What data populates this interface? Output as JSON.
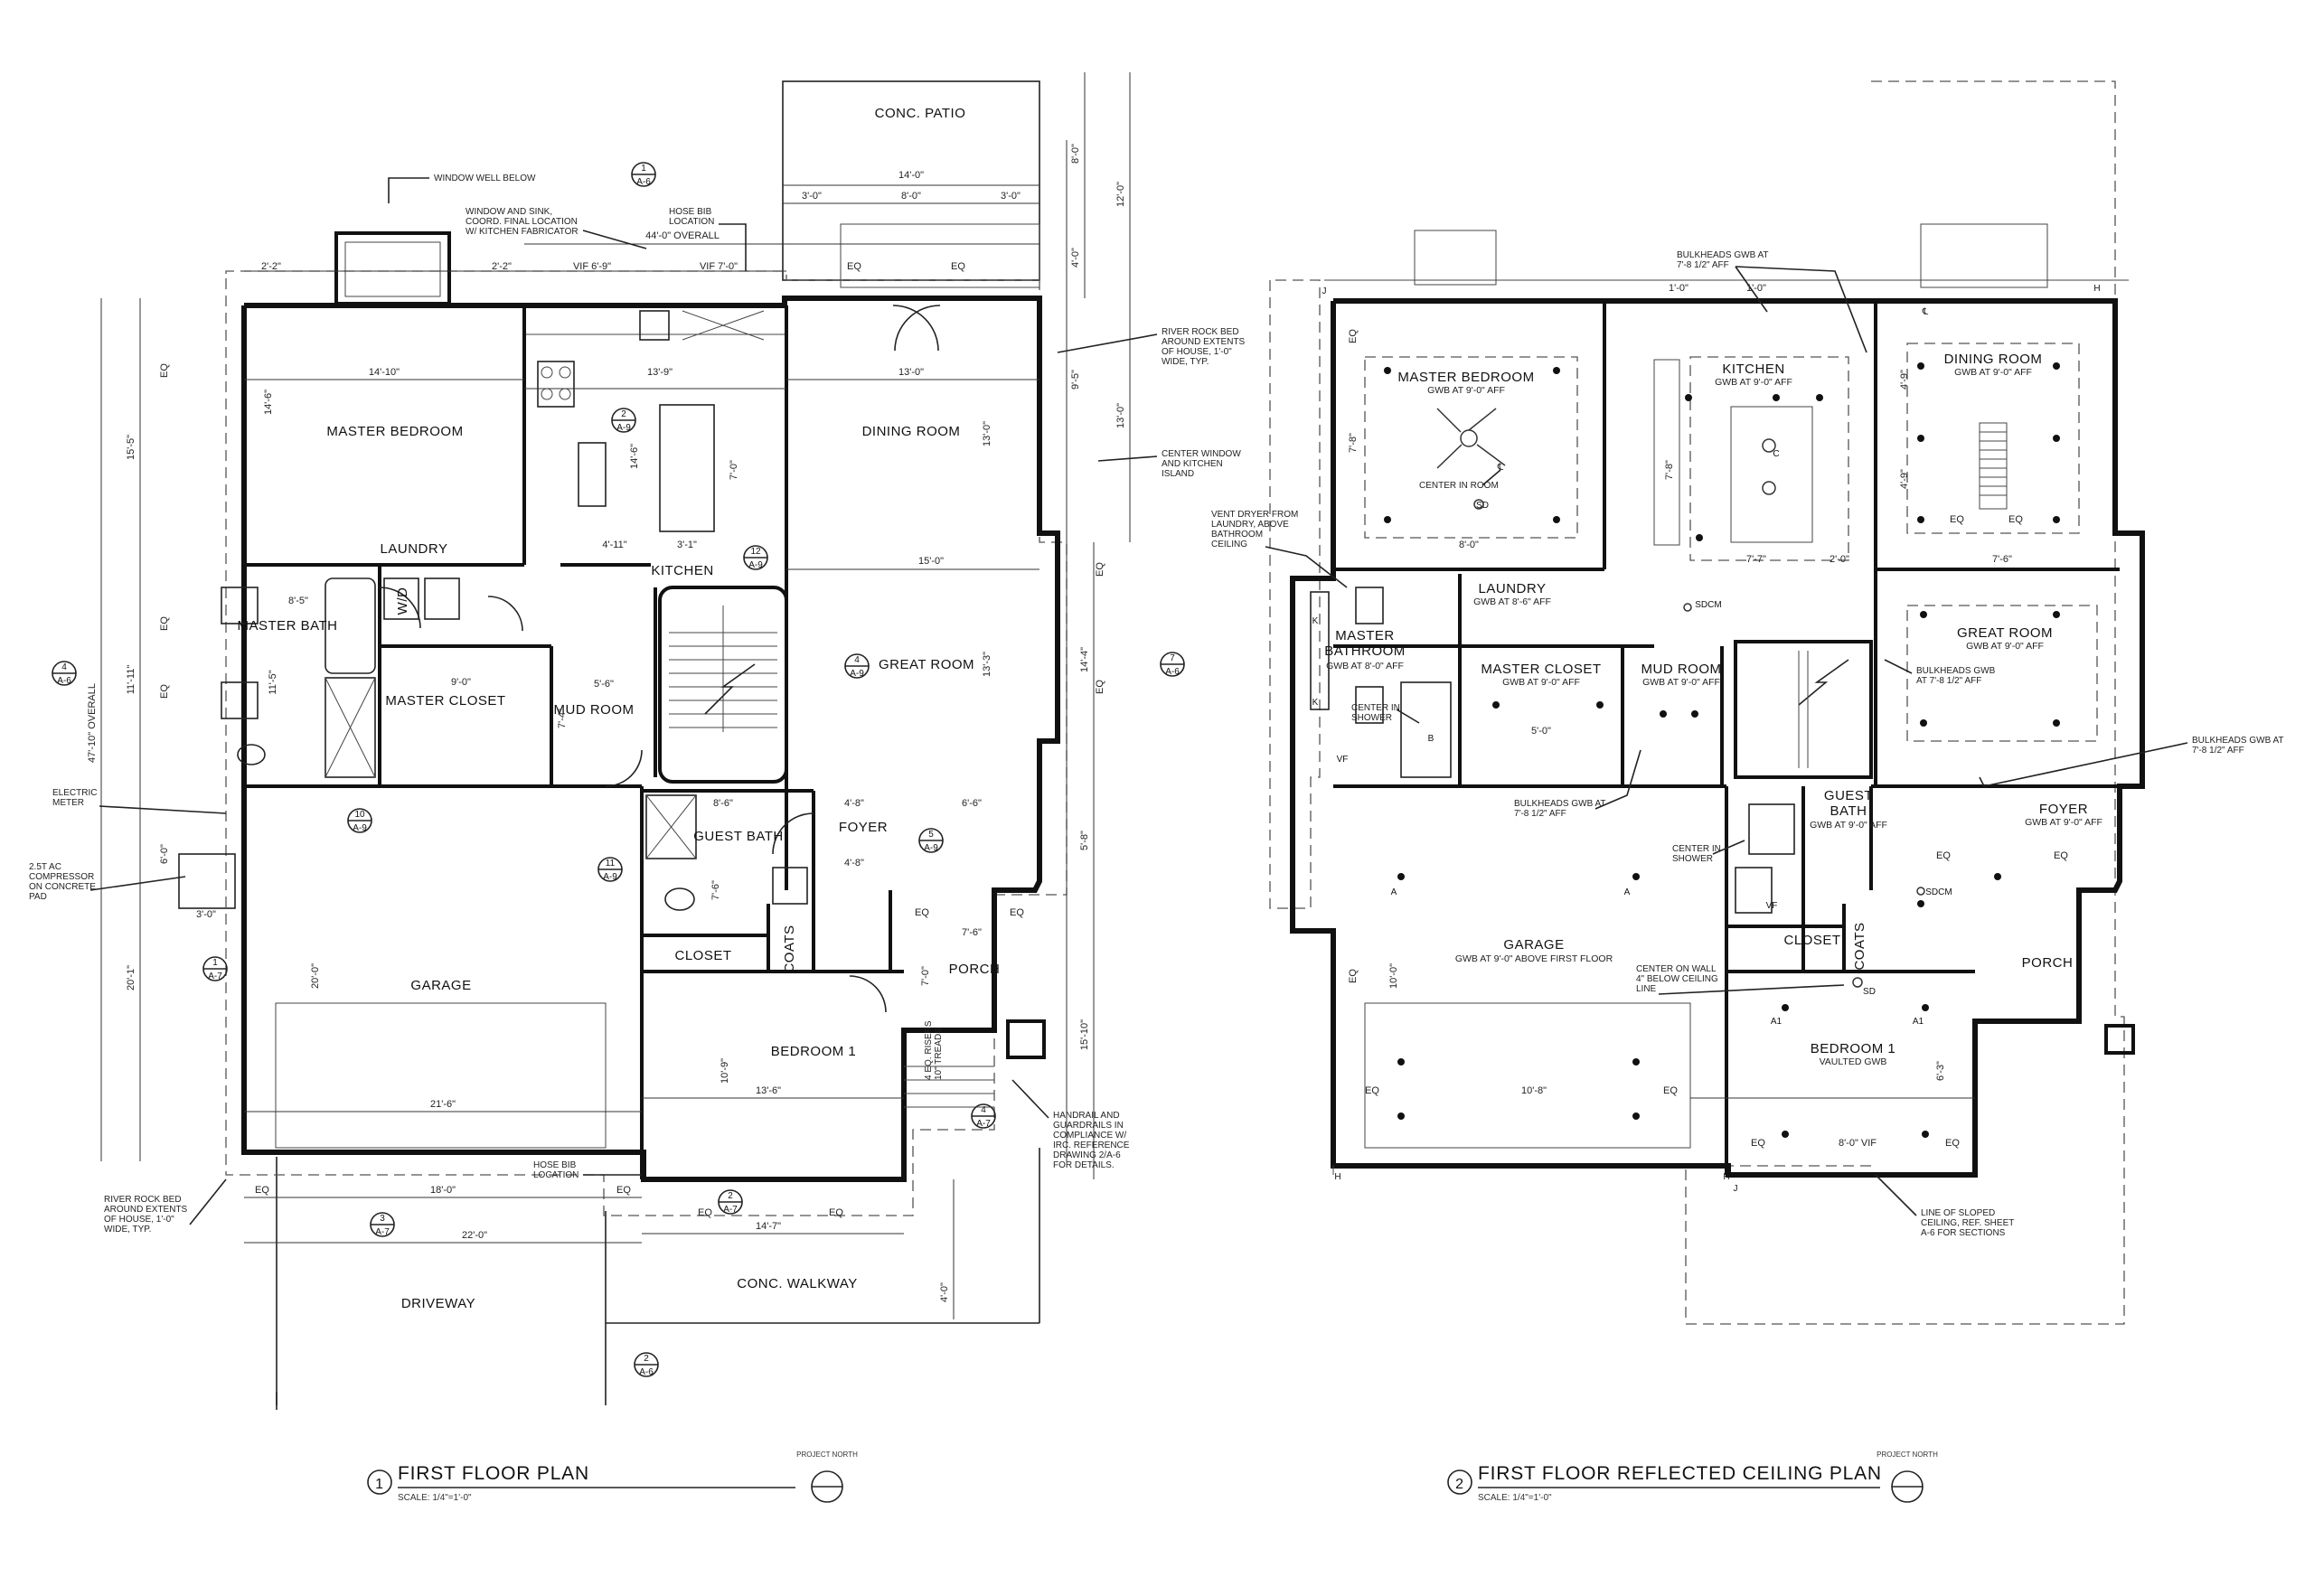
{
  "plan1": {
    "title": "FIRST FLOOR PLAN",
    "number": "1",
    "scale": "SCALE: 1/4\"=1'-0\"",
    "north_label": "PROJECT NORTH",
    "rooms": [
      {
        "id": "master-bedroom",
        "label": "MASTER BEDROOM"
      },
      {
        "id": "dining-room",
        "label": "DINING ROOM"
      },
      {
        "id": "kitchen",
        "label": "KITCHEN"
      },
      {
        "id": "great-room",
        "label": "GREAT ROOM"
      },
      {
        "id": "laundry",
        "label": "LAUNDRY"
      },
      {
        "id": "master-bath",
        "label": "MASTER BATH"
      },
      {
        "id": "master-closet",
        "label": "MASTER CLOSET"
      },
      {
        "id": "mud-room",
        "label": "MUD ROOM"
      },
      {
        "id": "guest-bath",
        "label": "GUEST BATH"
      },
      {
        "id": "foyer",
        "label": "FOYER"
      },
      {
        "id": "closet",
        "label": "CLOSET"
      },
      {
        "id": "coats",
        "label": "COATS"
      },
      {
        "id": "porch",
        "label": "PORCH"
      },
      {
        "id": "bedroom-1",
        "label": "BEDROOM 1"
      },
      {
        "id": "garage",
        "label": "GARAGE"
      },
      {
        "id": "driveway",
        "label": "DRIVEWAY"
      },
      {
        "id": "conc-walkway",
        "label": "CONC. WALKWAY"
      },
      {
        "id": "conc-patio",
        "label": "CONC. PATIO"
      },
      {
        "id": "wd",
        "label": "W/D"
      }
    ],
    "notes": [
      {
        "id": "window-well",
        "lines": [
          "WINDOW WELL BELOW"
        ]
      },
      {
        "id": "window-sink",
        "lines": [
          "WINDOW AND SINK,",
          "COORD. FINAL LOCATION",
          "W/ KITCHEN FABRICATOR"
        ]
      },
      {
        "id": "hose-bib-1",
        "lines": [
          "HOSE BIB",
          "LOCATION"
        ]
      },
      {
        "id": "river-rock-1",
        "lines": [
          "RIVER ROCK BED",
          "AROUND EXTENTS",
          "OF HOUSE, 1'-0\"",
          "WIDE, TYP."
        ]
      },
      {
        "id": "center-window",
        "lines": [
          "CENTER WINDOW",
          "AND KITCHEN",
          "ISLAND"
        ]
      },
      {
        "id": "electric-meter",
        "lines": [
          "ELECTRIC",
          "METER"
        ]
      },
      {
        "id": "ac-compressor",
        "lines": [
          "2.5T AC",
          "COMPRESSOR",
          "ON CONCRETE",
          "PAD"
        ]
      },
      {
        "id": "hose-bib-2",
        "lines": [
          "HOSE BIB",
          "LOCATION"
        ]
      },
      {
        "id": "river-rock-2",
        "lines": [
          "RIVER ROCK BED",
          "AROUND EXTENTS",
          "OF HOUSE, 1'-0\"",
          "WIDE, TYP."
        ]
      },
      {
        "id": "handrail",
        "lines": [
          "HANDRAIL AND",
          "GUARDRAILS IN",
          "COMPLIANCE W/",
          "IRC. REFERENCE",
          "DRAWING 2/A-6",
          "FOR DETAILS."
        ]
      },
      {
        "id": "risers",
        "lines": [
          "4 EQ. RISERS",
          "10\" TREADS"
        ]
      }
    ],
    "dimensions": {
      "overall_top": "44'-0\" OVERALL",
      "overall_side": "47'-10\" OVERALL",
      "patio_width": "14'-0\"",
      "patio_inner": "8'-0\"",
      "patio_left": "3'-0\"",
      "patio_right": "3'-0\"",
      "vif_1": "VIF 6'-9\"",
      "vif_2": "VIF 7'-0\"",
      "d_2_2a": "2'-2\"",
      "d_2_2b": "2'-2\"",
      "mbr_width": "14'-10\"",
      "mbr_depth": "14'-6\"",
      "dining_width": "13'-0\"",
      "dining_depth": "13'-0\"",
      "kitchen_width": "13'-9\"",
      "kitchen_depth": "14'-6\"",
      "island_len": "7'-0\"",
      "island_w": "3'-1\"",
      "k_4_11": "4'-11\"",
      "great_width": "15'-0\"",
      "great_depth": "13'-3\"",
      "closet_9": "9'-0\"",
      "mb_8_5": "8'-5\"",
      "mb_11_5": "11'-5\"",
      "mud_5_6": "5'-6\"",
      "mud_7_4": "7'-4\"",
      "guest_8_6": "8'-6\"",
      "guest_7_6": "7'-6\"",
      "foyer_6_6": "6'-6\"",
      "foyer_4_8": "4'-8\"",
      "foyer_4_8b": "4'-8\"",
      "garage_20": "20'-0\"",
      "garage_21_6": "21'-6\"",
      "garage_18": "18'-0\"",
      "garage_22": "22'-0\"",
      "br1_13_6": "13'-6\"",
      "br1_10_9": "10'-9\"",
      "br1_14_7": "14'-7\"",
      "porch_7_6": "7'-6\"",
      "porch_7_0": "7'-0\"",
      "side_15_5": "15'-5\"",
      "side_11_11": "11'-11\"",
      "side_20_1": "20'-1\"",
      "side_12_0": "12'-0\"",
      "side_8_0": "8'-0\"",
      "side_13_0": "13'-0\"",
      "side_9_5": "9'-5\"",
      "side_14_4": "14'-4\"",
      "side_5_8": "5'-8\"",
      "side_15_10": "15'-10\"",
      "side_4_0": "4'-0\"",
      "walk_4_0": "4'-0\"",
      "ac_3_0": "3'-0\"",
      "ac_6_0": "6'-0\"",
      "eq": "EQ"
    },
    "sections": [
      {
        "num": "1",
        "sheet": "A-6"
      },
      {
        "num": "2",
        "sheet": "A-7"
      },
      {
        "num": "3",
        "sheet": "A-7"
      },
      {
        "num": "4",
        "sheet": "A-6"
      },
      {
        "num": "7",
        "sheet": "A-6"
      },
      {
        "num": "1",
        "sheet": "A-7"
      },
      {
        "num": "2",
        "sheet": "A-9"
      },
      {
        "num": "4",
        "sheet": "A-9"
      },
      {
        "num": "12",
        "sheet": "A-9"
      },
      {
        "num": "5",
        "sheet": "A-9"
      },
      {
        "num": "10",
        "sheet": "A-9"
      },
      {
        "num": "11",
        "sheet": "A-9"
      },
      {
        "num": "4",
        "sheet": "A-7"
      },
      {
        "num": "2",
        "sheet": "A-6"
      }
    ]
  },
  "plan2": {
    "title": "FIRST FLOOR REFLECTED CEILING PLAN",
    "number": "2",
    "scale": "SCALE: 1/4\"=1'-0\"",
    "north_label": "PROJECT NORTH",
    "rooms": [
      {
        "id": "master-bedroom",
        "label": "MASTER BEDROOM",
        "sub": "GWB AT 9'-0\" AFF"
      },
      {
        "id": "kitchen",
        "label": "KITCHEN",
        "sub": "GWB AT 9'-0\" AFF"
      },
      {
        "id": "dining-room",
        "label": "DINING ROOM",
        "sub": "GWB AT 9'-0\" AFF"
      },
      {
        "id": "laundry",
        "label": "LAUNDRY",
        "sub": "GWB AT 8'-6\" AFF"
      },
      {
        "id": "master-bathroom",
        "label": "MASTER BATHROOM",
        "sub": "GWB AT 8'-0\" AFF"
      },
      {
        "id": "master-closet",
        "label": "MASTER CLOSET",
        "sub": "GWB AT 9'-0\" AFF"
      },
      {
        "id": "mud-room",
        "label": "MUD ROOM",
        "sub": "GWB AT 9'-0\" AFF"
      },
      {
        "id": "great-room",
        "label": "GREAT ROOM",
        "sub": "GWB AT 9'-0\" AFF"
      },
      {
        "id": "guest-bath",
        "label": "GUEST BATH",
        "sub": "GWB AT 9'-0\" AFF"
      },
      {
        "id": "foyer",
        "label": "FOYER",
        "sub": "GWB AT 9'-0\" AFF"
      },
      {
        "id": "closet",
        "label": "CLOSET",
        "sub": ""
      },
      {
        "id": "coats",
        "label": "COATS",
        "sub": ""
      },
      {
        "id": "porch",
        "label": "PORCH",
        "sub": ""
      },
      {
        "id": "garage",
        "label": "GARAGE",
        "sub": "GWB AT 9'-0\" ABOVE FIRST FLOOR"
      },
      {
        "id": "bedroom-1",
        "label": "BEDROOM 1",
        "sub": "VAULTED GWB"
      }
    ],
    "notes": [
      {
        "id": "bulkheads-top",
        "lines": [
          "BULKHEADS GWB AT",
          "7'-8 1/2\" AFF"
        ]
      },
      {
        "id": "vent-dryer",
        "lines": [
          "VENT DRYER FROM",
          "LAUNDRY, ABOVE",
          "BATHROOM",
          "CEILING"
        ]
      },
      {
        "id": "center-in-room",
        "lines": [
          "CENTER IN ROOM"
        ]
      },
      {
        "id": "center-in-shower-1",
        "lines": [
          "CENTER IN",
          "SHOWER"
        ]
      },
      {
        "id": "bulkheads-great",
        "lines": [
          "BULKHEADS GWB",
          "AT 7'-8 1/2\" AFF"
        ]
      },
      {
        "id": "bulkheads-right",
        "lines": [
          "BULKHEADS GWB AT",
          "7'-8 1/2\" AFF"
        ]
      },
      {
        "id": "bulkheads-closet",
        "lines": [
          "BULKHEADS GWB AT",
          "7'-8 1/2\" AFF"
        ]
      },
      {
        "id": "center-in-shower-2",
        "lines": [
          "CENTER IN",
          "SHOWER"
        ]
      },
      {
        "id": "center-on-wall",
        "lines": [
          "CENTER ON WALL",
          "4\" BELOW CEILING",
          "LINE"
        ]
      },
      {
        "id": "sloped",
        "lines": [
          "LINE OF SLOPED",
          "CEILING, REF. SHEET",
          "A-6 FOR SECTIONS"
        ]
      }
    ],
    "dimensions": {
      "d_1_0a": "1'-0\"",
      "d_1_0b": "1'-0\"",
      "mbr_8_0": "8'-0\"",
      "mbr_7_8": "7'-8\"",
      "kit_7_7": "7'-7\"",
      "kit_2_0": "2'-0\"",
      "kit_7_8": "7'-8\"",
      "din_4_9a": "4'-9\"",
      "din_4_9b": "4'-9\"",
      "din_7_6": "7'-6\"",
      "mc_5_0": "5'-0\"",
      "gar_10_0": "10'-0\"",
      "gar_10_8": "10'-8\"",
      "br_8_0vif": "8'-0\" VIF",
      "br_6_3": "6'-3\"",
      "eq": "EQ"
    },
    "tags": {
      "sd": "SD",
      "sdcm": "SDCM",
      "vf": "VF",
      "a": "A",
      "a1": "A1",
      "b": "B",
      "c": "C",
      "h": "H",
      "j": "J",
      "k": "K",
      "cl": "℄"
    }
  }
}
